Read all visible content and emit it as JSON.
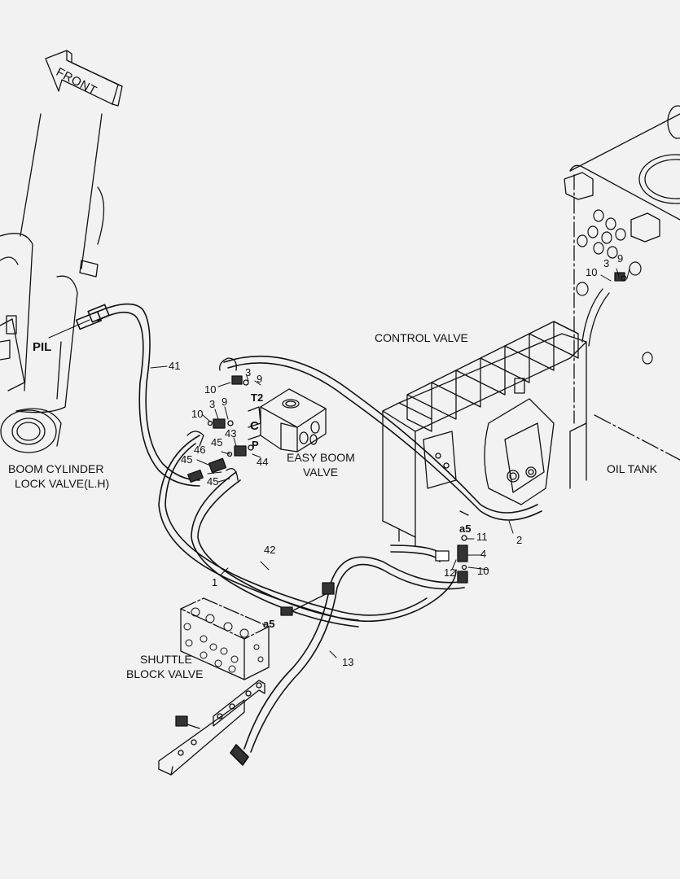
{
  "diagram": {
    "type": "hydraulic piping exploded view",
    "direction_indicator": "FRONT",
    "components": {
      "boom_cylinder": "BOOM CYLINDER\nLOCK VALVE(L.H)",
      "boom_cylinder_line1": "BOOM CYLINDER",
      "boom_cylinder_line2": "LOCK VALVE(L.H)",
      "easy_boom_line1": "EASY BOOM",
      "easy_boom_line2": "VALVE",
      "control_valve": "CONTROL VALVE",
      "oil_tank": "OIL TANK",
      "shuttle_line1": "SHUTTLE",
      "shuttle_line2": "BLOCK VALVE"
    },
    "port_labels": {
      "pil": "PIL",
      "t2": "T2",
      "c": "C",
      "p": "P",
      "a5_control": "a5",
      "a5_shuttle": "a5"
    },
    "callouts": {
      "hose_41": "41",
      "ev_10a": "10",
      "ev_3a": "3",
      "ev_9a": "9",
      "ev_10b": "10",
      "ev_3b": "3",
      "ev_9b": "9",
      "ev_43": "43",
      "ev_45a": "45",
      "ev_46": "46",
      "ev_45b": "45",
      "ev_45c": "45",
      "ev_44": "44",
      "tank_10": "10",
      "tank_3": "3",
      "tank_9": "9",
      "cv_11": "11",
      "cv_4": "4",
      "cv_12": "12",
      "cv_10": "10",
      "hose_2": "2",
      "hose_42": "42",
      "hose_1": "1",
      "hose_13": "13"
    }
  }
}
